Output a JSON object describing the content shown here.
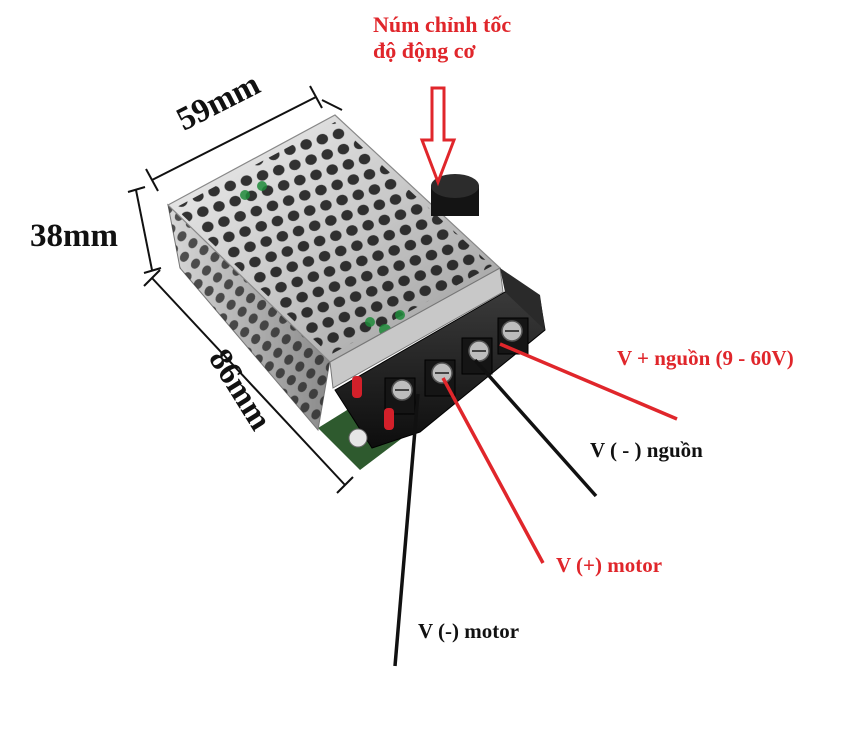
{
  "title_line1": "Núm chỉnh tốc",
  "title_line2": "độ động cơ",
  "dimensions": {
    "width": "59mm",
    "height": "38mm",
    "length": "86mm"
  },
  "labels": {
    "v_plus_source": "V + nguồn (9 - 60V)",
    "v_minus_source": "V ( - ) nguồn",
    "v_plus_motor": "V (+) motor",
    "v_minus_motor": "V (-) motor"
  },
  "colors": {
    "accent_red": "#e0262b",
    "text_black": "#111111"
  }
}
